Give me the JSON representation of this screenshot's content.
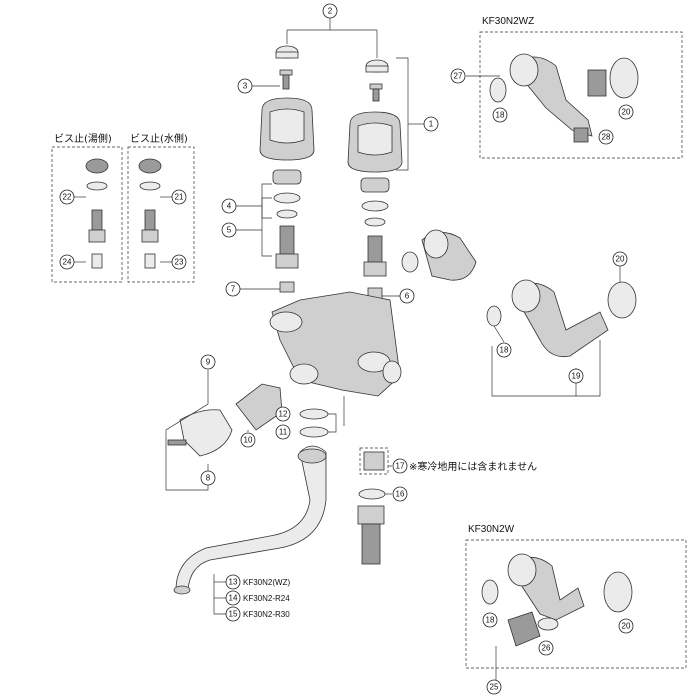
{
  "box_wz": {
    "title": "KF30N2WZ"
  },
  "box_w": {
    "title": "KF30N2W"
  },
  "screw_hot": {
    "label": "ビス止(湯側)"
  },
  "screw_cold": {
    "label": "ビス止(水側)"
  },
  "note_17": {
    "text": "※寒冷地用には含まれません"
  },
  "spout_variants": [
    "KF30N2(WZ)",
    "KF30N2-R24",
    "KF30N2-R30"
  ],
  "callouts": {
    "c1": "1",
    "c2": "2",
    "c3": "3",
    "c4": "4",
    "c5": "5",
    "c6": "6",
    "c7": "7",
    "c8": "8",
    "c9": "9",
    "c10": "10",
    "c11": "11",
    "c12": "12",
    "c13": "13",
    "c14": "14",
    "c15": "15",
    "c16": "16",
    "c17": "17",
    "c18a": "18",
    "c18b": "18",
    "c18c": "18",
    "c19": "19",
    "c20a": "20",
    "c20b": "20",
    "c20c": "20",
    "c21": "21",
    "c22": "22",
    "c23": "23",
    "c24": "24",
    "c25": "25",
    "c26": "26",
    "c27": "27",
    "c28": "28"
  }
}
